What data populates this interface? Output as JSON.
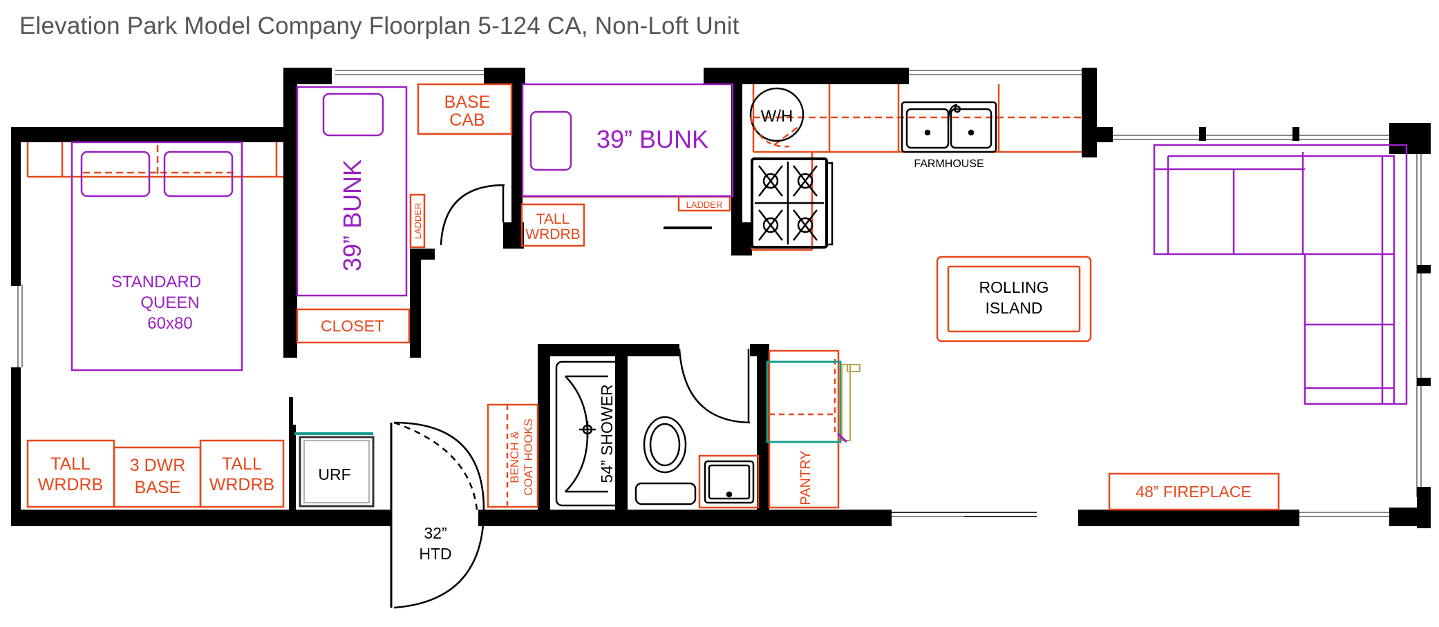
{
  "title": "Elevation Park Model Company Floorplan 5-124 CA, Non-Loft Unit",
  "colors": {
    "wall": "#000000",
    "furniture": "#9B1FC4",
    "cabinetry": "#E8481C",
    "fixture": "#000000",
    "appliance_accent": "#1A9C8F",
    "window": "#888888"
  },
  "labels": {
    "bed": [
      "STANDARD",
      "QUEEN",
      "60x80"
    ],
    "bunk_vertical": "39” BUNK",
    "bunk_horizontal": "39”  BUNK",
    "base_cab": [
      "BASE",
      "CAB"
    ],
    "ladder_1": "LADDER",
    "ladder_2": "LADDER",
    "tall_wrdrb_bunk": [
      "TALL",
      "WRDRB"
    ],
    "water_heater": "W/H",
    "sink": "FARMHOUSE",
    "rolling_island": [
      "ROLLING",
      "ISLAND"
    ],
    "closet": "CLOSET",
    "tall_wrdrb_left": [
      "TALL",
      "WRDRB"
    ],
    "dwr_base": [
      "3  DWR",
      "BASE"
    ],
    "tall_wrdrb_right": [
      "TALL",
      "WRDRB"
    ],
    "urf": "URF",
    "door": [
      "32”",
      "HTD"
    ],
    "bench": [
      "BENCH &",
      "COAT HOOKS"
    ],
    "shower": "54” SHOWER",
    "pantry": "PANTRY",
    "fireplace": "48”  FIREPLACE"
  }
}
